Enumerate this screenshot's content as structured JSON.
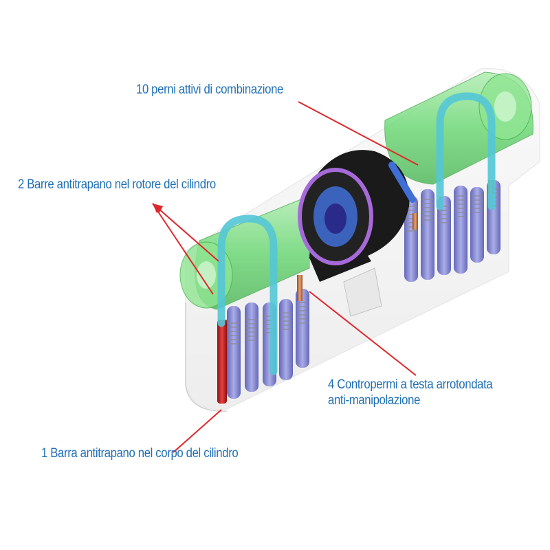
{
  "labels": {
    "pins": "10 perni attivi di combinazione",
    "rotor_bars": "2 Barre antitrapano nel rotore del cilindro",
    "counter_pins_line1": "4 Contropermi a testa arrotondata",
    "counter_pins_line2": "anti-manipolazione",
    "body_bar": "1 Barra antitrapano nel corpo del cilindro"
  },
  "colors": {
    "label_text": "#1f6fb5",
    "leader_line": "#e0262b",
    "rotor_green": "#4fcf5a",
    "ring_cyan": "#54c6d6",
    "cam_black": "#1a1a1a",
    "cam_purple": "#a66ad8",
    "pin_purple": "#6d6fc4",
    "spring_grey": "#9a9aa8",
    "pin_copper": "#cc7a45",
    "antidrill_red": "#c61f1f",
    "housing_grey": "#dcdcdc"
  }
}
